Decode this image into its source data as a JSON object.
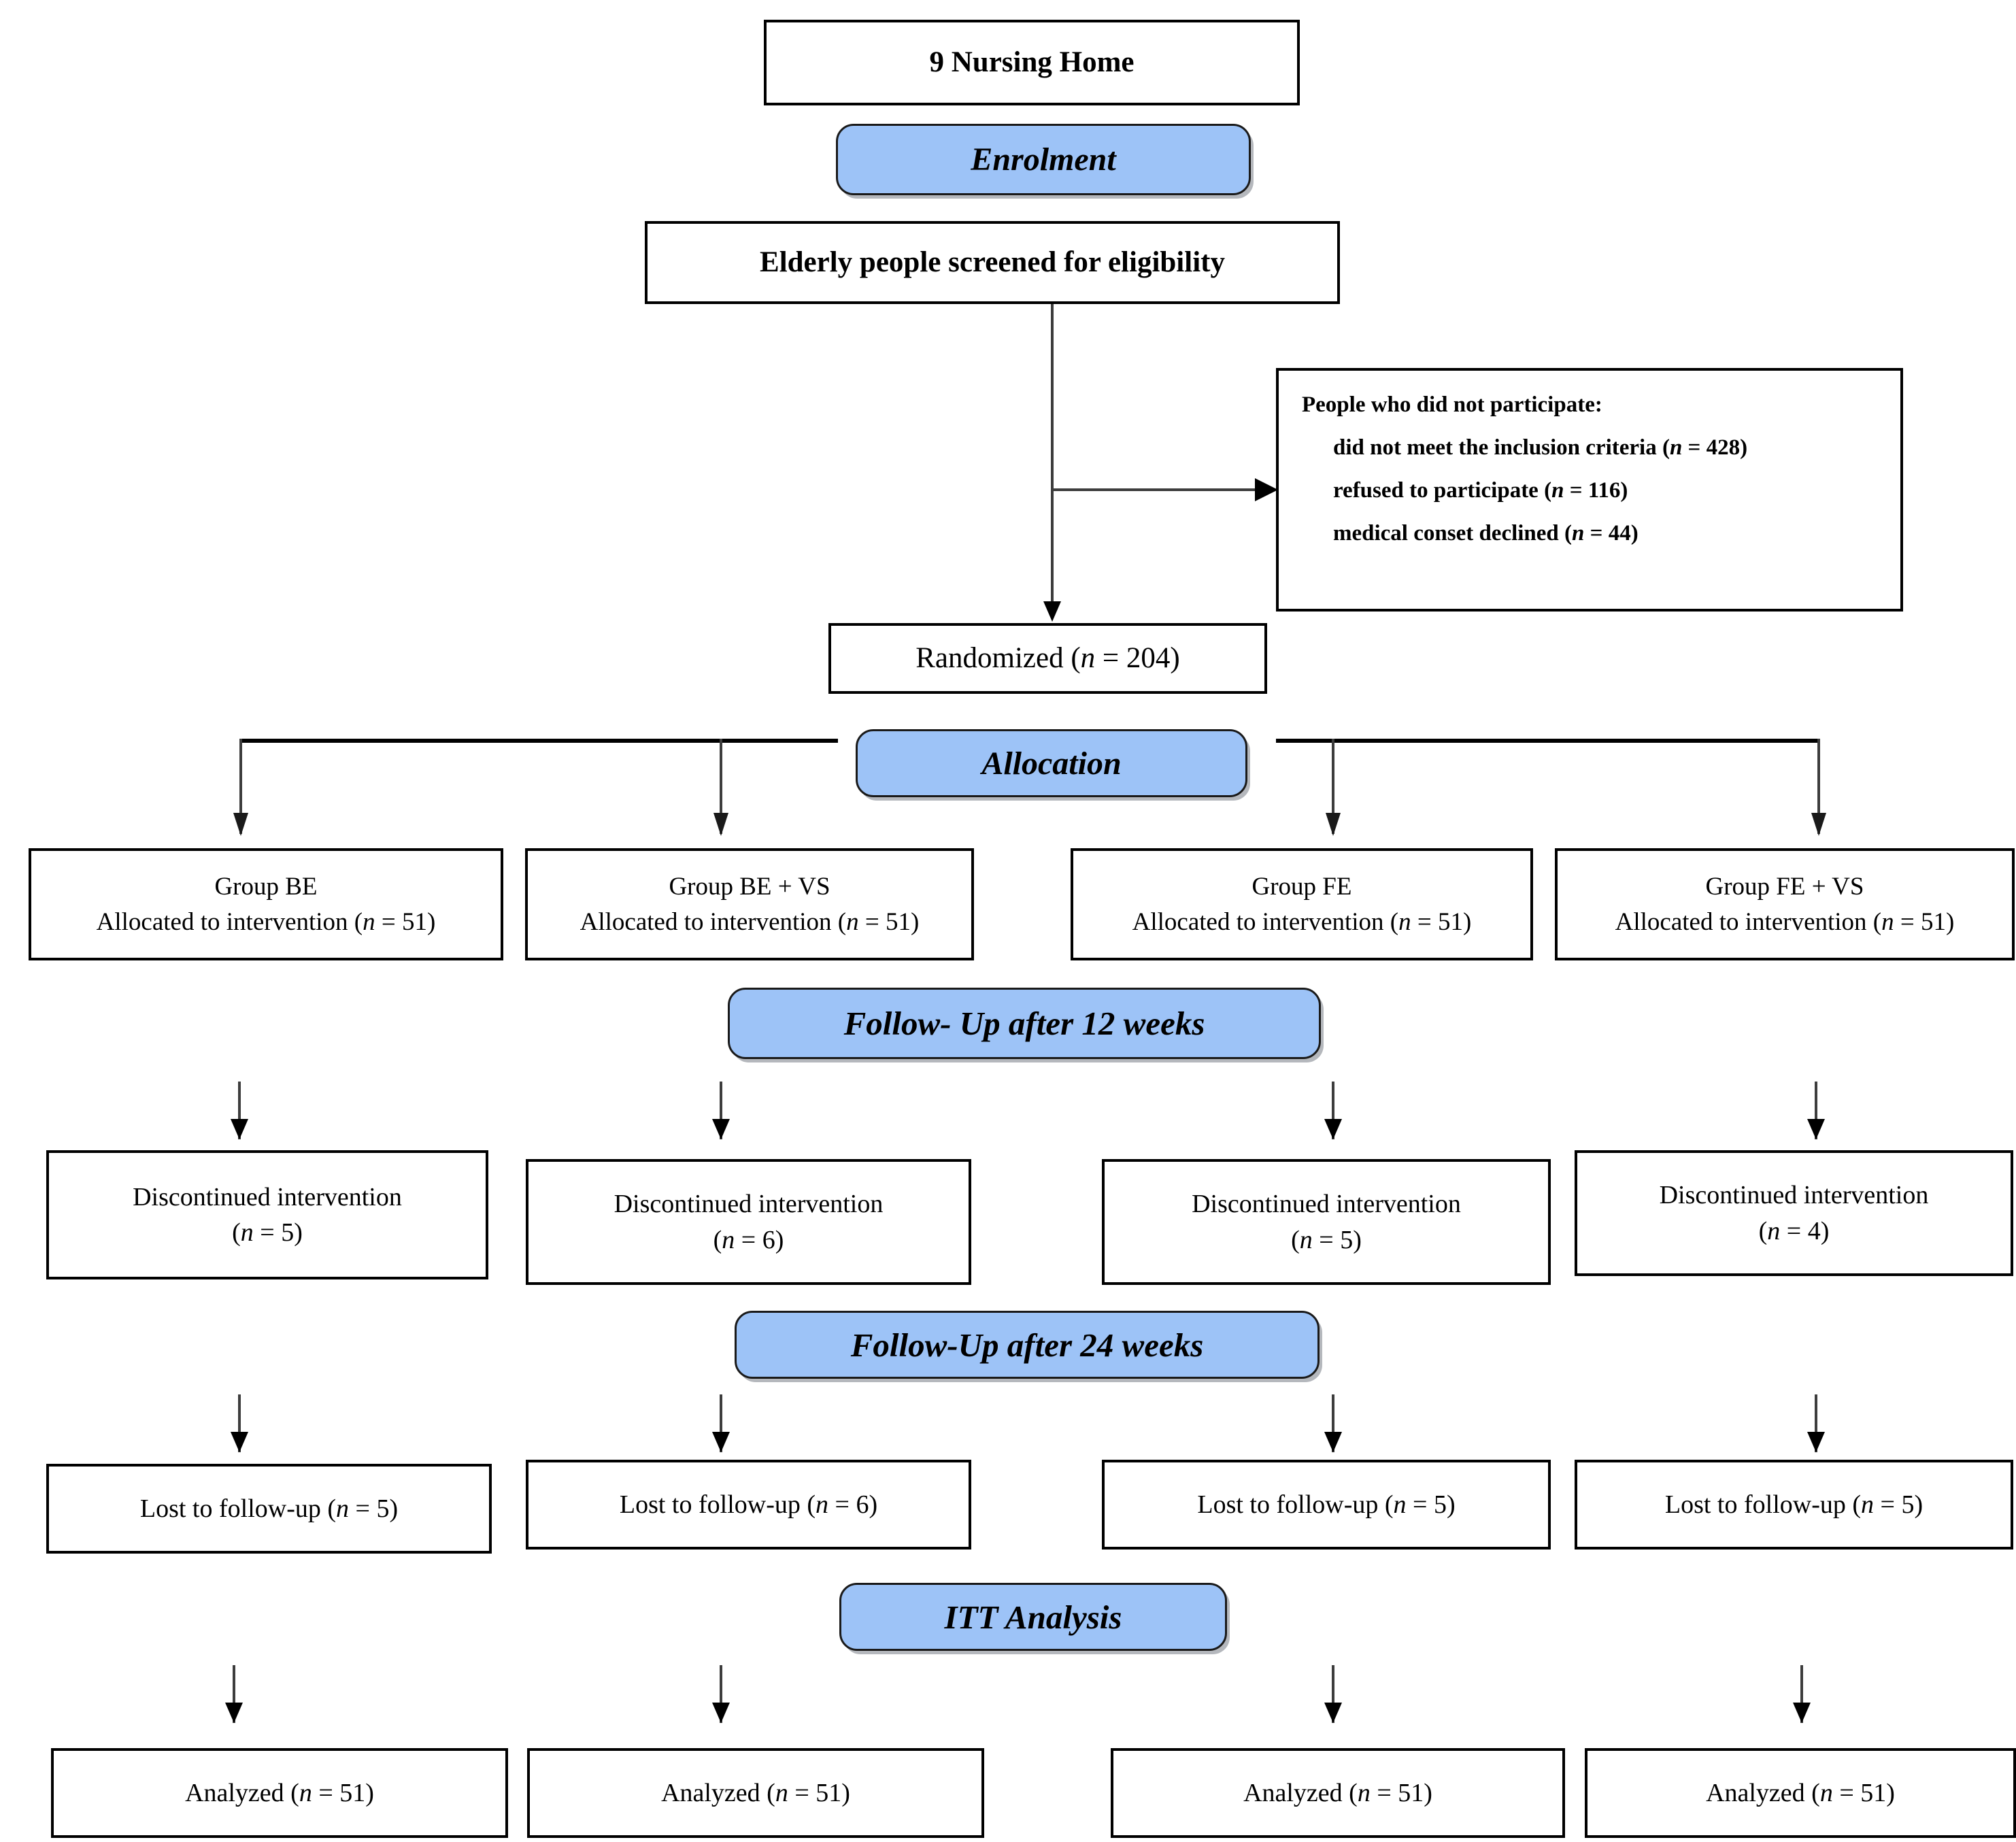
{
  "diagram": {
    "title": "CONSORT participant flow diagram",
    "accent_color": "#9DC3F7",
    "line_color": "#000000",
    "background_color": "#FFFFFF"
  },
  "stages": {
    "enrolment": "Enrolment",
    "allocation": "Allocation",
    "followup12": "Follow- Up after 12 weeks",
    "followup24": "Follow-Up after 24 weeks",
    "itt": "ITT Analysis"
  },
  "top": {
    "nursing_home": "9 Nursing Home",
    "screened": "Elderly people screened for eligibility",
    "randomized_prefix": "Randomized (",
    "randomized_n": "n",
    "randomized_suffix": " = 204)"
  },
  "exclusions": {
    "lead": "People who did not participate:",
    "items": [
      {
        "text": "did not meet the inclusion criteria (",
        "n": "n",
        "value": " = 428)"
      },
      {
        "text": "refused to participate (",
        "n": "n",
        "value": " = 116)"
      },
      {
        "text": "medical conset declined (",
        "n": "n",
        "value": " = 44)"
      }
    ]
  },
  "arms": [
    {
      "group": "Group BE",
      "allocated_prefix": "Allocated to intervention (",
      "allocated_n": "n",
      "allocated_suffix": " = 51)",
      "discontinued_line1": "Discontinued intervention",
      "discontinued_prefix": "(",
      "discontinued_n": "n",
      "discontinued_suffix": " = 5)",
      "lost_prefix": "Lost to follow-up (",
      "lost_n": "n",
      "lost_suffix": " = 5)",
      "analyzed_prefix": "Analyzed (",
      "analyzed_n": "n",
      "analyzed_suffix": " = 51)"
    },
    {
      "group": "Group BE + VS",
      "allocated_prefix": "Allocated to intervention (",
      "allocated_n": "n",
      "allocated_suffix": " = 51)",
      "discontinued_line1": "Discontinued intervention",
      "discontinued_prefix": "(",
      "discontinued_n": "n",
      "discontinued_suffix": " = 6)",
      "lost_prefix": "Lost to follow-up (",
      "lost_n": "n",
      "lost_suffix": " = 6)",
      "analyzed_prefix": "Analyzed (",
      "analyzed_n": "n",
      "analyzed_suffix": " = 51)"
    },
    {
      "group": "Group FE",
      "allocated_prefix": "Allocated to intervention (",
      "allocated_n": "n",
      "allocated_suffix": " = 51)",
      "discontinued_line1": "Discontinued intervention",
      "discontinued_prefix": "(",
      "discontinued_n": "n",
      "discontinued_suffix": " = 5)",
      "lost_prefix": "Lost to follow-up (",
      "lost_n": "n",
      "lost_suffix": " = 5)",
      "analyzed_prefix": "Analyzed (",
      "analyzed_n": "n",
      "analyzed_suffix": " = 51)"
    },
    {
      "group": "Group FE + VS",
      "allocated_prefix": "Allocated to intervention (",
      "allocated_n": "n",
      "allocated_suffix": " = 51)",
      "discontinued_line1": "Discontinued intervention",
      "discontinued_prefix": "(",
      "discontinued_n": "n",
      "discontinued_suffix": " = 4)",
      "lost_prefix": "Lost to follow-up (",
      "lost_n": "n",
      "lost_suffix": " = 5)",
      "analyzed_prefix": "Analyzed (",
      "analyzed_n": "n",
      "analyzed_suffix": " = 51)"
    }
  ]
}
